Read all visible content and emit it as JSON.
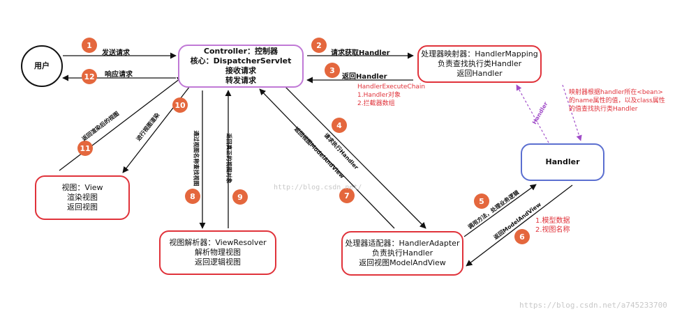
{
  "nodes": {
    "user": "用户",
    "controller": [
      "Controller：控制器",
      "核心：DispatcherServlet",
      "接收请求",
      "转发请求"
    ],
    "handler_mapping": [
      "处理器映射器：HandlerMapping",
      "负责查找执行类Handler",
      "返回Handler"
    ],
    "handler": "Handler",
    "view": [
      "视图：View",
      "渲染视图",
      "返回视图"
    ],
    "view_resolver": [
      "视图解析器：ViewResolver",
      "解析物理视图",
      "返回逻辑视图"
    ],
    "handler_adapter": [
      "处理器适配器：HandlerAdapter",
      "负责执行Handler",
      "返回视图ModelAndView"
    ]
  },
  "steps": {
    "s1": {
      "num": "1",
      "label": "发送请求"
    },
    "s2": {
      "num": "2",
      "label": "请求获取Handler"
    },
    "s3": {
      "num": "3",
      "label": "返回Handler"
    },
    "s4": {
      "num": "4",
      "label": "请求执行Handler"
    },
    "s5": {
      "num": "5",
      "label": "调用方法，处理业务逻辑"
    },
    "s6": {
      "num": "6",
      "label": "返回ModelAndView"
    },
    "s7": {
      "num": "7",
      "label": "返回视图ModelAndView"
    },
    "s8": {
      "num": "8",
      "label": "通过视图名称查找视图"
    },
    "s9": {
      "num": "9",
      "label": "返回真正的视图对象"
    },
    "s10": {
      "num": "10",
      "label": "进行视图渲染"
    },
    "s11": {
      "num": "11",
      "label": "返回渲染后的视图"
    },
    "s12": {
      "num": "12",
      "label": "响应请求"
    },
    "handler_link": "Handler"
  },
  "notes": {
    "chain": [
      "HandlerExecuteChain",
      "1.Handler对象",
      "2.拦截器数组"
    ],
    "mapping": [
      "映射器根据handler所在<bean>",
      "的name属性的值，以及class属性",
      "的值查找执行类Handler"
    ],
    "model": [
      "1.模型数据",
      "2.视图名称"
    ]
  },
  "watermarks": {
    "center": "http://blog.csdn.net/",
    "corner": "https://blog.csdn.net/a745233700"
  }
}
